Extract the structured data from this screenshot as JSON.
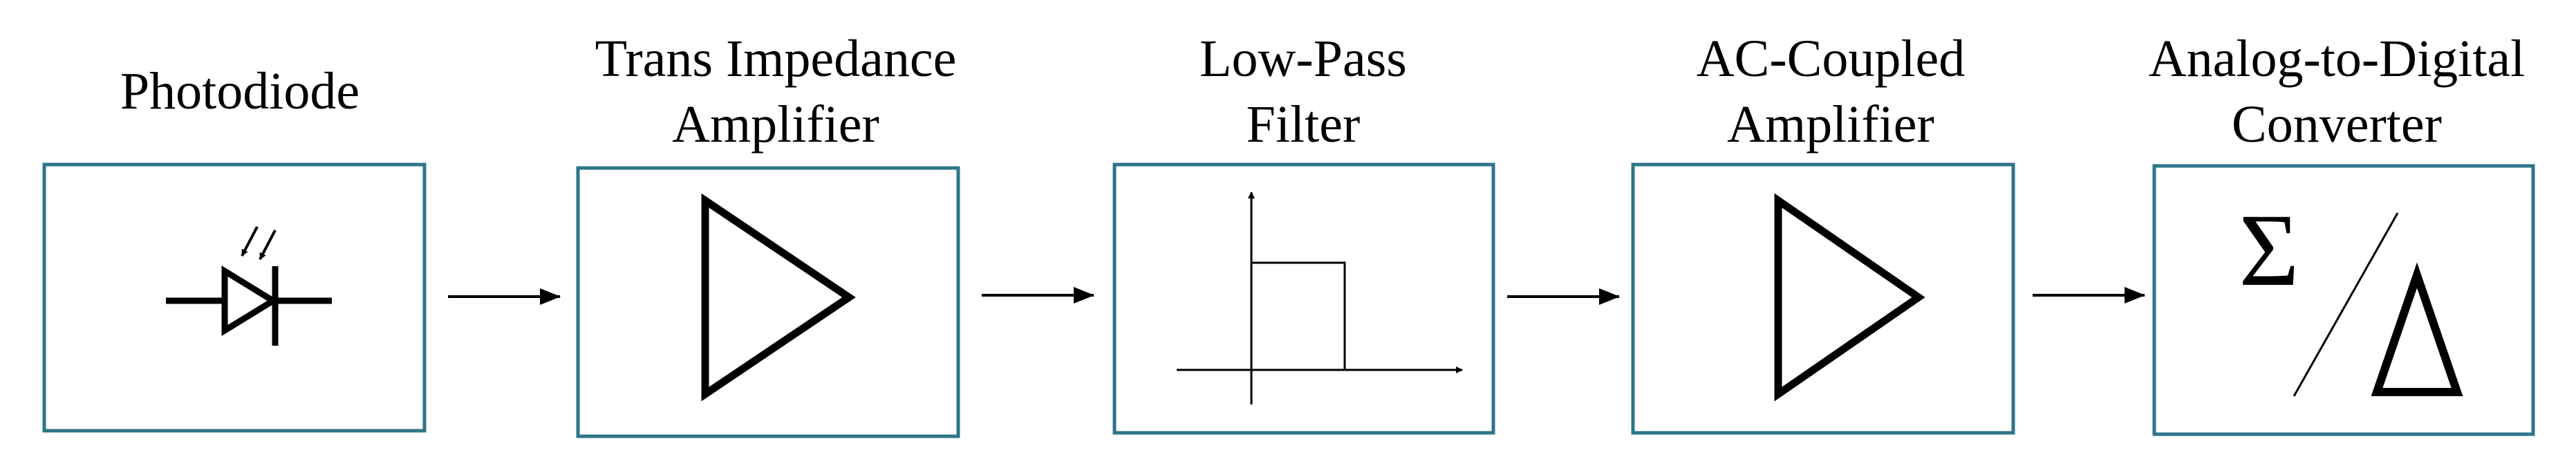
{
  "diagram": {
    "blocks": [
      {
        "id": "photodiode",
        "title_lines": [
          "Photodiode"
        ],
        "icon": "photodiode-symbol-icon"
      },
      {
        "id": "tia",
        "title_lines": [
          "Trans Impedance",
          "Amplifier"
        ],
        "icon": "amplifier-triangle-icon"
      },
      {
        "id": "lpf",
        "title_lines": [
          "Low-Pass",
          "Filter"
        ],
        "icon": "low-pass-response-icon"
      },
      {
        "id": "ac-amp",
        "title_lines": [
          "AC-Coupled",
          "Amplifier"
        ],
        "icon": "amplifier-triangle-icon"
      },
      {
        "id": "adc",
        "title_lines": [
          "Analog-to-Digital",
          "Converter"
        ],
        "icon": "sigma-delta-icon"
      }
    ],
    "adc_symbols": {
      "sigma": "Σ",
      "delta": "Δ"
    },
    "colors": {
      "box_border": "#2e7588",
      "line": "#000000",
      "background": "#ffffff"
    }
  }
}
